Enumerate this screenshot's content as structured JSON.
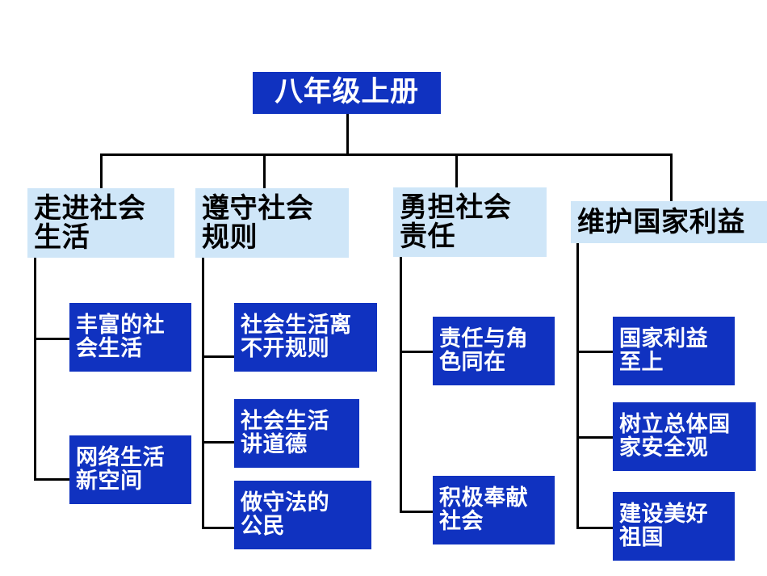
{
  "diagram": {
    "type": "hierarchy-tree",
    "title": "八年级上册",
    "colors": {
      "root_fill": "#1032C0",
      "root_text": "#FFFFFF",
      "level2_fill": "#CFE6F8",
      "level2_text": "#000000",
      "level3_fill": "#1032C0",
      "level3_text": "#FFFFFF",
      "connector": "#000000",
      "background": "#FFFFFF"
    },
    "root": {
      "label": "八年级上册"
    },
    "branches": [
      {
        "label": "走进社会\n生活",
        "children": [
          {
            "label": "丰富的社\n会生活"
          },
          {
            "label": "网络生活\n新空间"
          }
        ]
      },
      {
        "label": "遵守社会\n规则",
        "children": [
          {
            "label": "社会生活离\n不开规则"
          },
          {
            "label": "社会生活\n讲道德"
          },
          {
            "label": "做守法的\n公民"
          }
        ]
      },
      {
        "label": "勇担社会\n责任",
        "children": [
          {
            "label": "责任与角\n色同在"
          },
          {
            "label": "积极奉献\n社会"
          }
        ]
      },
      {
        "label": "维护国家利益",
        "children": [
          {
            "label": "国家利益\n至上"
          },
          {
            "label": "树立总体国\n家安全观"
          },
          {
            "label": "建设美好\n祖国"
          }
        ]
      }
    ]
  }
}
